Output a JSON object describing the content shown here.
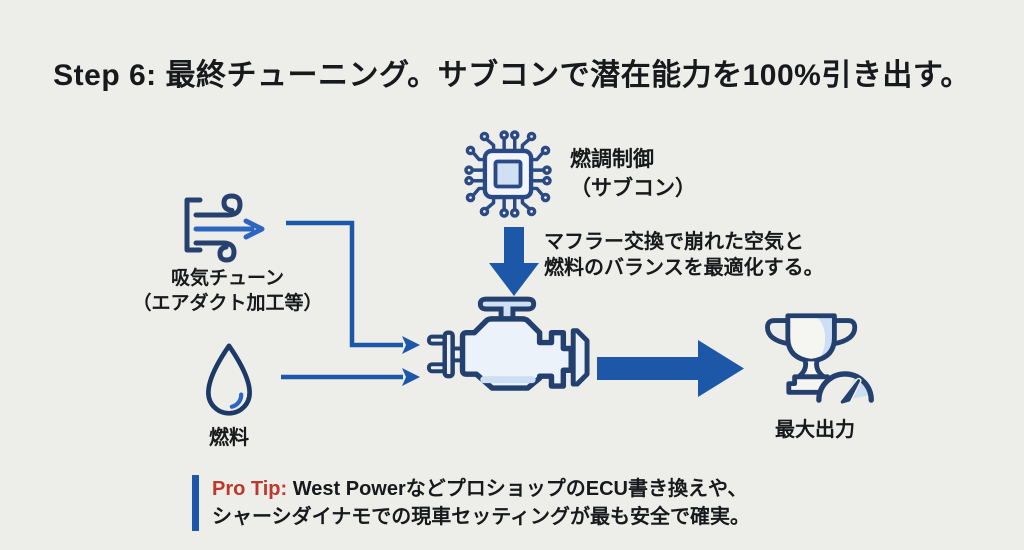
{
  "title": "Step 6: 最終チューニング。サブコンで潜在能力を100%引き出す。",
  "colors": {
    "background": "#edeee9",
    "accent_blue": "#1d57a8",
    "icon_navy": "#24406e",
    "chip_navy": "#2b4a85",
    "icon_fill_light": "#ecf2fa",
    "icon_fill_blue": "#cfe0f4",
    "text": "#17191c",
    "protip_red": "#bf362a"
  },
  "subcon": {
    "icon": "microchip-icon",
    "label_line1": "燃調制御",
    "label_line2": "（サブコン）",
    "note_line1": "マフラー交換で崩れた空気と",
    "note_line2": "燃料のバランスを最適化する。"
  },
  "intake": {
    "icon": "airflow-icon",
    "label_line1": "吸気チューン",
    "label_line2": "（エアダクト加工等）"
  },
  "fuel": {
    "icon": "water-drop-icon",
    "label": "燃料"
  },
  "engine": {
    "icon": "engine-icon"
  },
  "output": {
    "icon": "trophy-gauge-icon",
    "label": "最大出力"
  },
  "protip": {
    "prefix": "Pro Tip:",
    "line1_rest": " West PowerなどプロショップのECU書き換えや、",
    "line2": "シャーシダイナモでの現車セッティングが最も安全で確実。"
  }
}
